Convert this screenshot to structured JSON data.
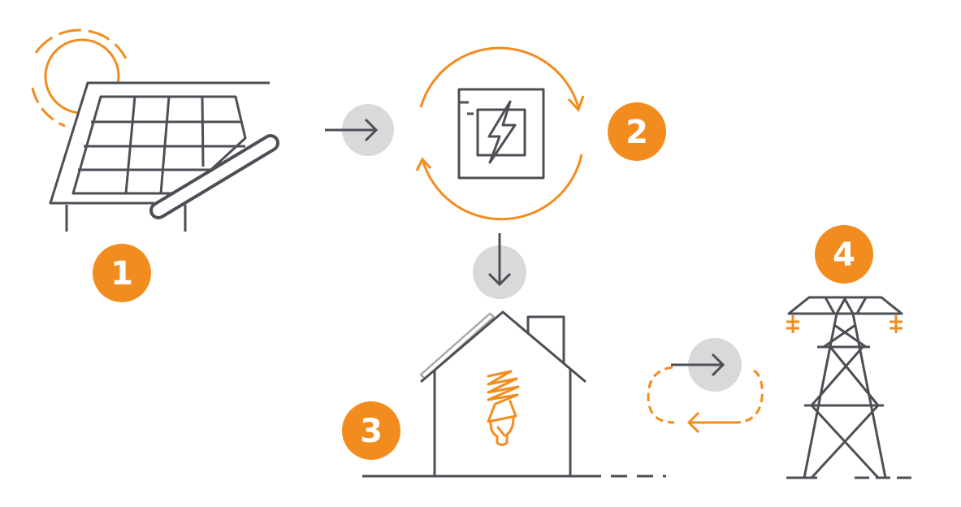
{
  "colors": {
    "orange": "#F28C1E",
    "gray": "#4D4F56",
    "light_gray": "#D9D9D9",
    "panel_gray": "#A8A8A8",
    "background": "#FFFFFF"
  },
  "icons": {
    "sun": "sun-icon",
    "solar_panel": "solar-panel-icon",
    "inverter": "inverter-icon",
    "house": "house-icon",
    "bulb": "light-bulb-icon",
    "pylon": "transmission-tower-icon"
  },
  "steps": [
    {
      "number": "1"
    },
    {
      "number": "2"
    },
    {
      "number": "3"
    },
    {
      "number": "4"
    }
  ]
}
